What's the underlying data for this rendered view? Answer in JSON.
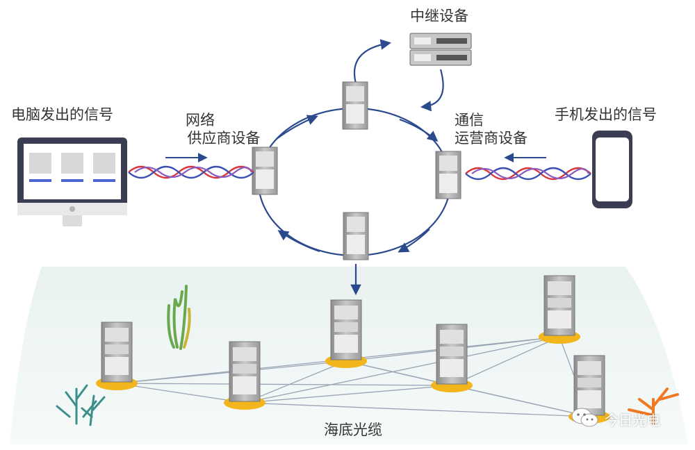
{
  "labels": {
    "pc_signal": "电脑发出的信号",
    "network_provider_line1": "网络",
    "network_provider_line2": "供应商设备",
    "relay": "中继设备",
    "telecom_line1": "通信",
    "telecom_line2": "运营商设备",
    "phone_signal": "手机发出的信号",
    "submarine_cable": "海底光缆"
  },
  "watermark": {
    "text": "今日光电",
    "icon": "wechat-icon"
  },
  "colors": {
    "ring_arrow": "#2b4a8e",
    "wave_red": "#d8383b",
    "wave_blue": "#3a4fb3",
    "wave_purple": "#8b5bbf",
    "sea": "#eef5f4",
    "server_base": "#f2b51c",
    "cable": "#9aa5b5"
  }
}
